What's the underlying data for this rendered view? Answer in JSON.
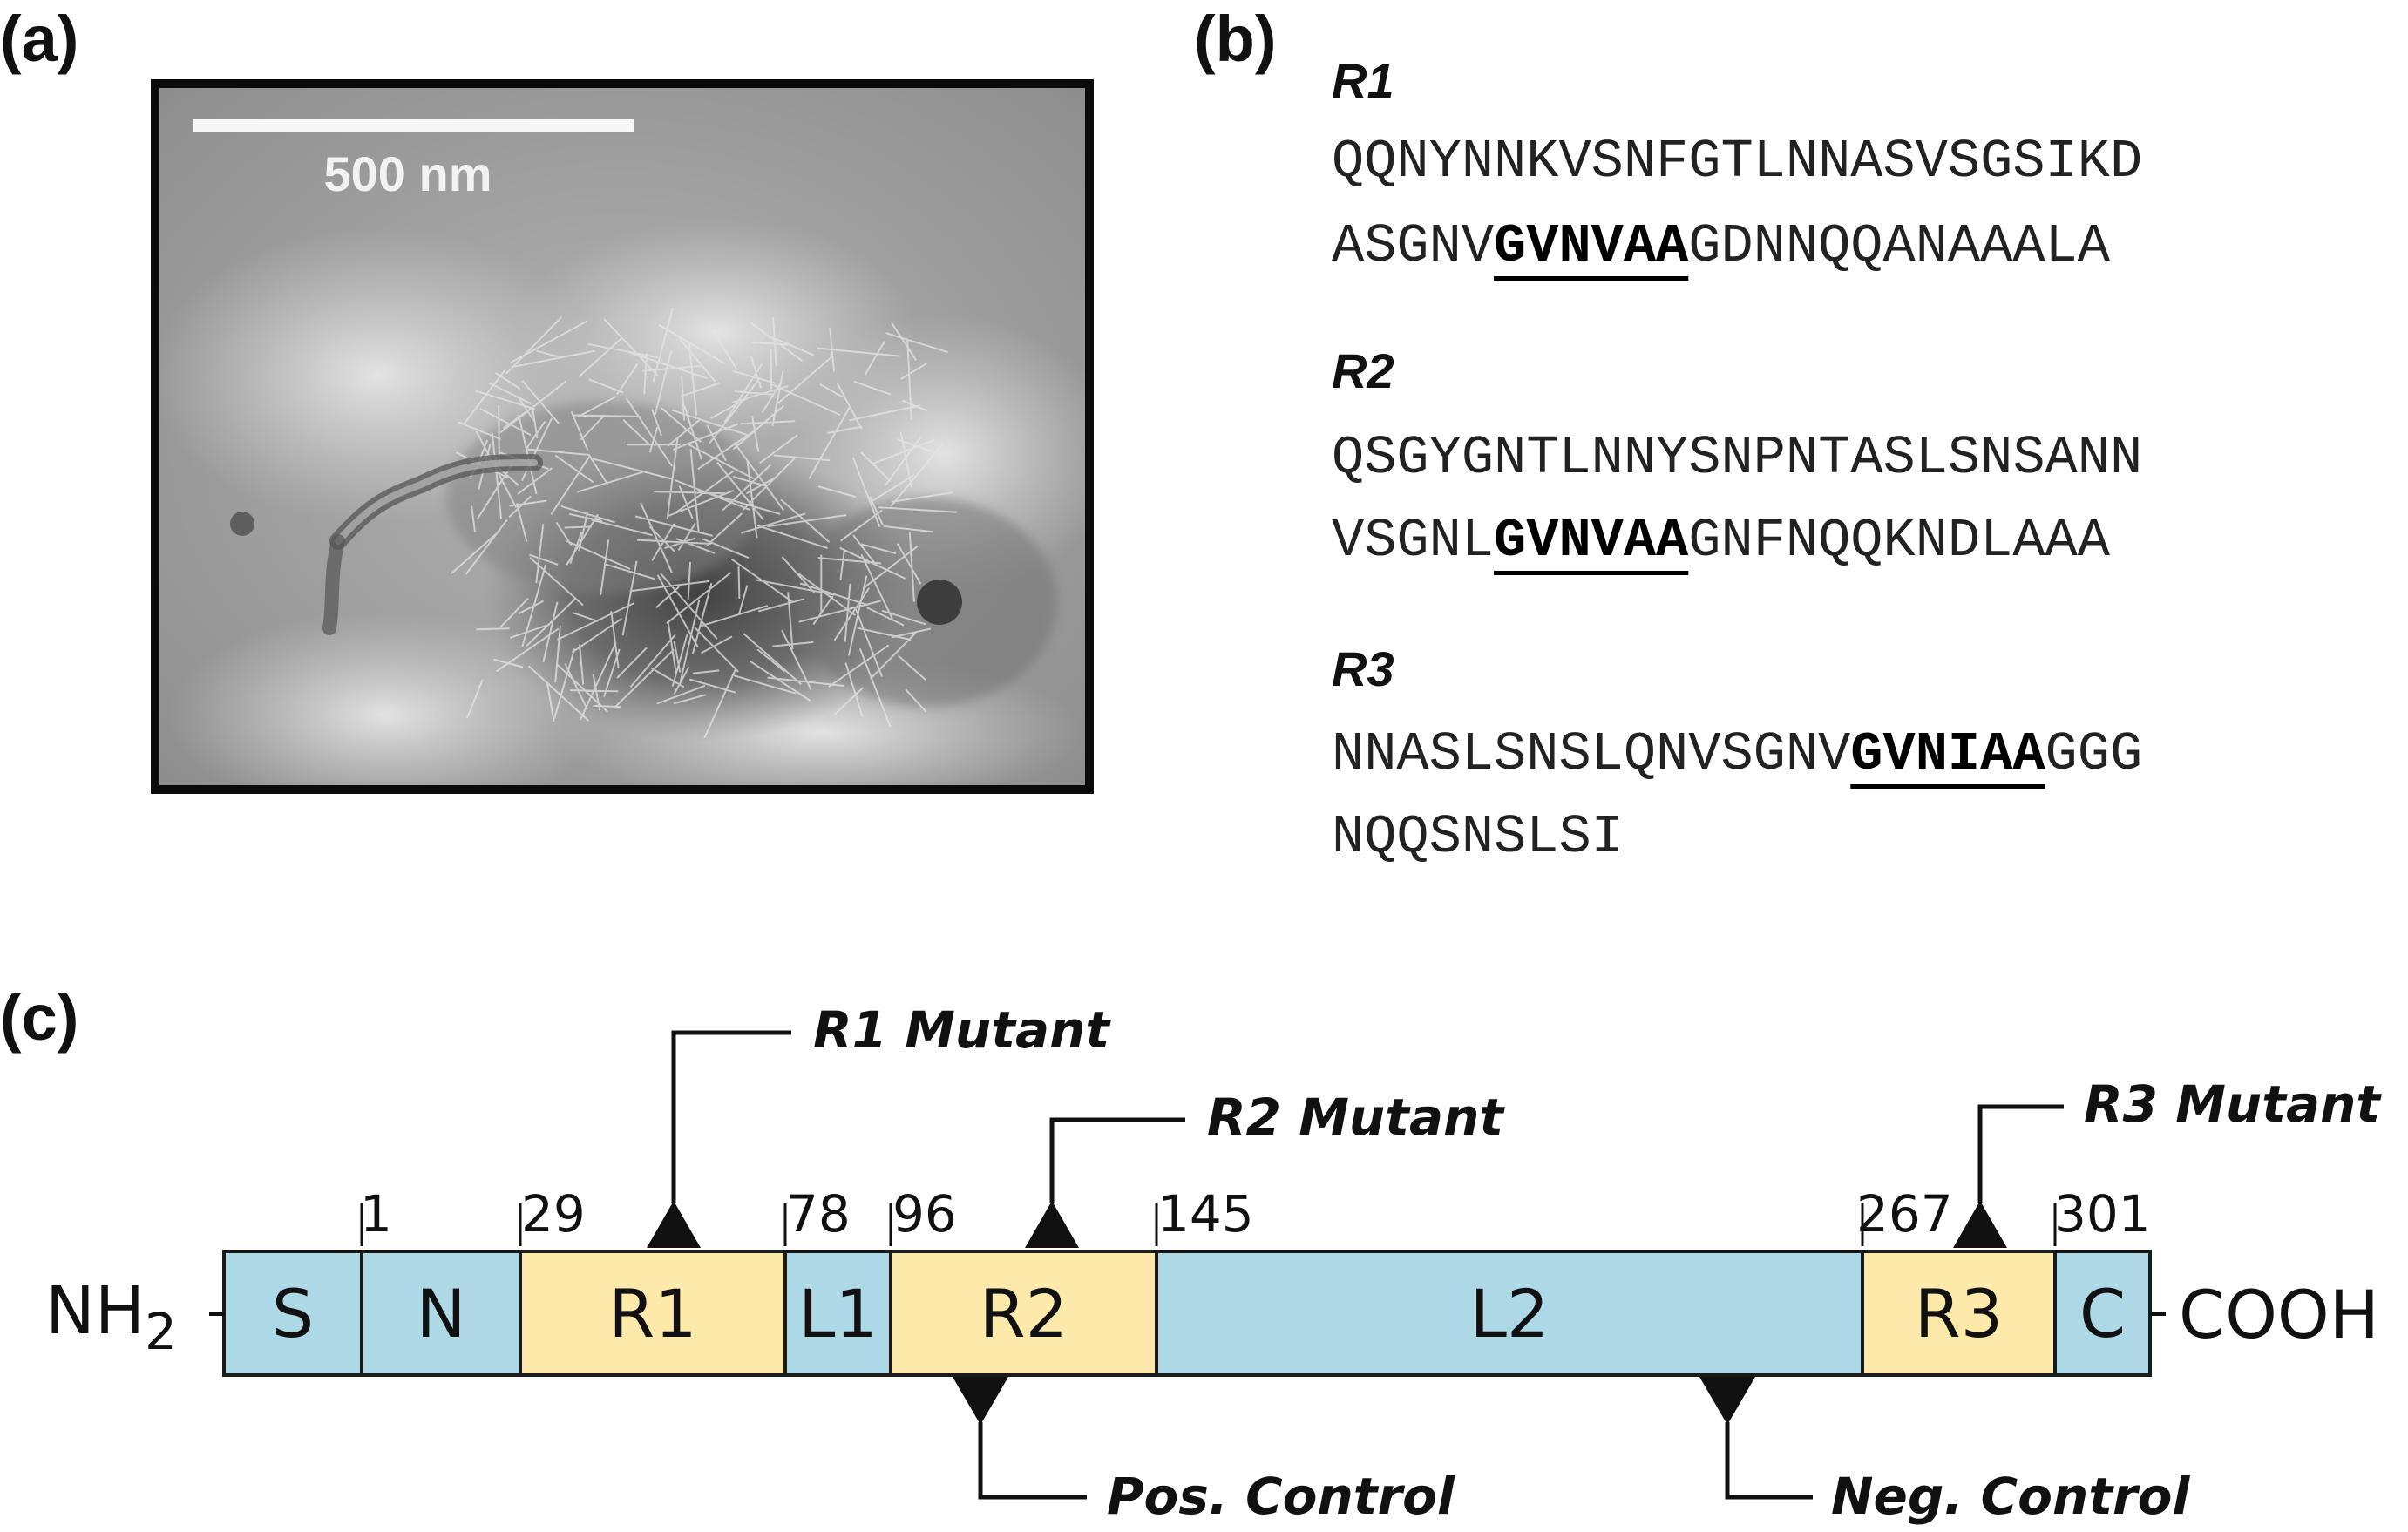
{
  "panels": {
    "a": "(a)",
    "b": "(b)",
    "c": "(c)"
  },
  "micrograph": {
    "scale_bar_label": "500 nm"
  },
  "sequences": {
    "r1": {
      "title": "R1",
      "line1": "QQNYNNKVSNFGTLNNASVSGSIKD",
      "line2_pre": "ASGNV",
      "line2_motif": "GVNVAA",
      "line2_post": "GDNNQQANAAALA"
    },
    "r2": {
      "title": "R2",
      "line1": "QSGYGNTLNNYSNPNTASLSNSANN",
      "line2_pre": "VSGNL",
      "line2_motif": "GVNVAA",
      "line2_post": "GNFNQQKNDLAAA"
    },
    "r3": {
      "title": "R3",
      "line1_pre": "NNASLSNSLQNVSGNV",
      "line1_motif": "GVNIAA",
      "line1_post": "GGG",
      "line2": "NQQSNSLSI"
    }
  },
  "domain_map": {
    "n_terminus": "NH",
    "n_terminus_sub": "2",
    "c_terminus": "COOH",
    "segments": [
      {
        "label": "S",
        "type": "linker"
      },
      {
        "label": "N",
        "type": "linker"
      },
      {
        "label": "R1",
        "type": "repeat"
      },
      {
        "label": "L1",
        "type": "linker"
      },
      {
        "label": "R2",
        "type": "repeat"
      },
      {
        "label": "L2",
        "type": "linker"
      },
      {
        "label": "R3",
        "type": "repeat"
      },
      {
        "label": "C",
        "type": "linker"
      }
    ],
    "positions": [
      "1",
      "29",
      "78",
      "96",
      "145",
      "267",
      "301"
    ],
    "markers_above": [
      "R1 Mutant",
      "R2 Mutant",
      "R3 Mutant"
    ],
    "markers_below": [
      "Pos. Control",
      "Neg. Control"
    ],
    "colors": {
      "linker": "#add8e6",
      "repeat": "#fde9a9",
      "outline": "#1a1a1a"
    }
  }
}
